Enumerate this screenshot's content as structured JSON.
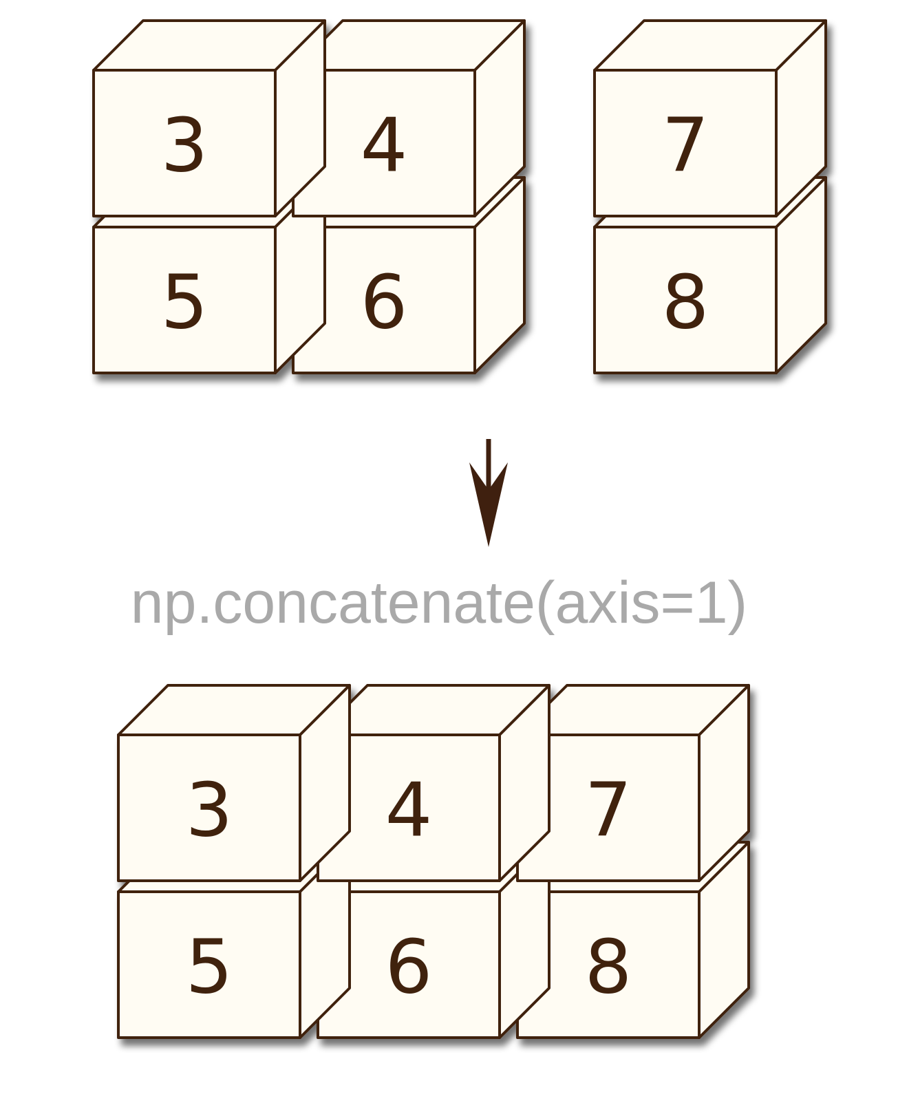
{
  "inputs": {
    "left_array": [
      [
        "3",
        "4"
      ],
      [
        "5",
        "6"
      ]
    ],
    "right_array": [
      [
        "7"
      ],
      [
        "8"
      ]
    ]
  },
  "operation": {
    "label": "np.concatenate(axis=1)"
  },
  "output": {
    "array": [
      [
        "3",
        "4",
        "7"
      ],
      [
        "5",
        "6",
        "8"
      ]
    ]
  },
  "colors": {
    "cube_face": "#fffcf3",
    "cube_edge": "#3f200f",
    "label_text": "#3f200f",
    "caption_text": "#a9a9a9"
  },
  "icons": {
    "arrow": "arrow-down-icon"
  }
}
